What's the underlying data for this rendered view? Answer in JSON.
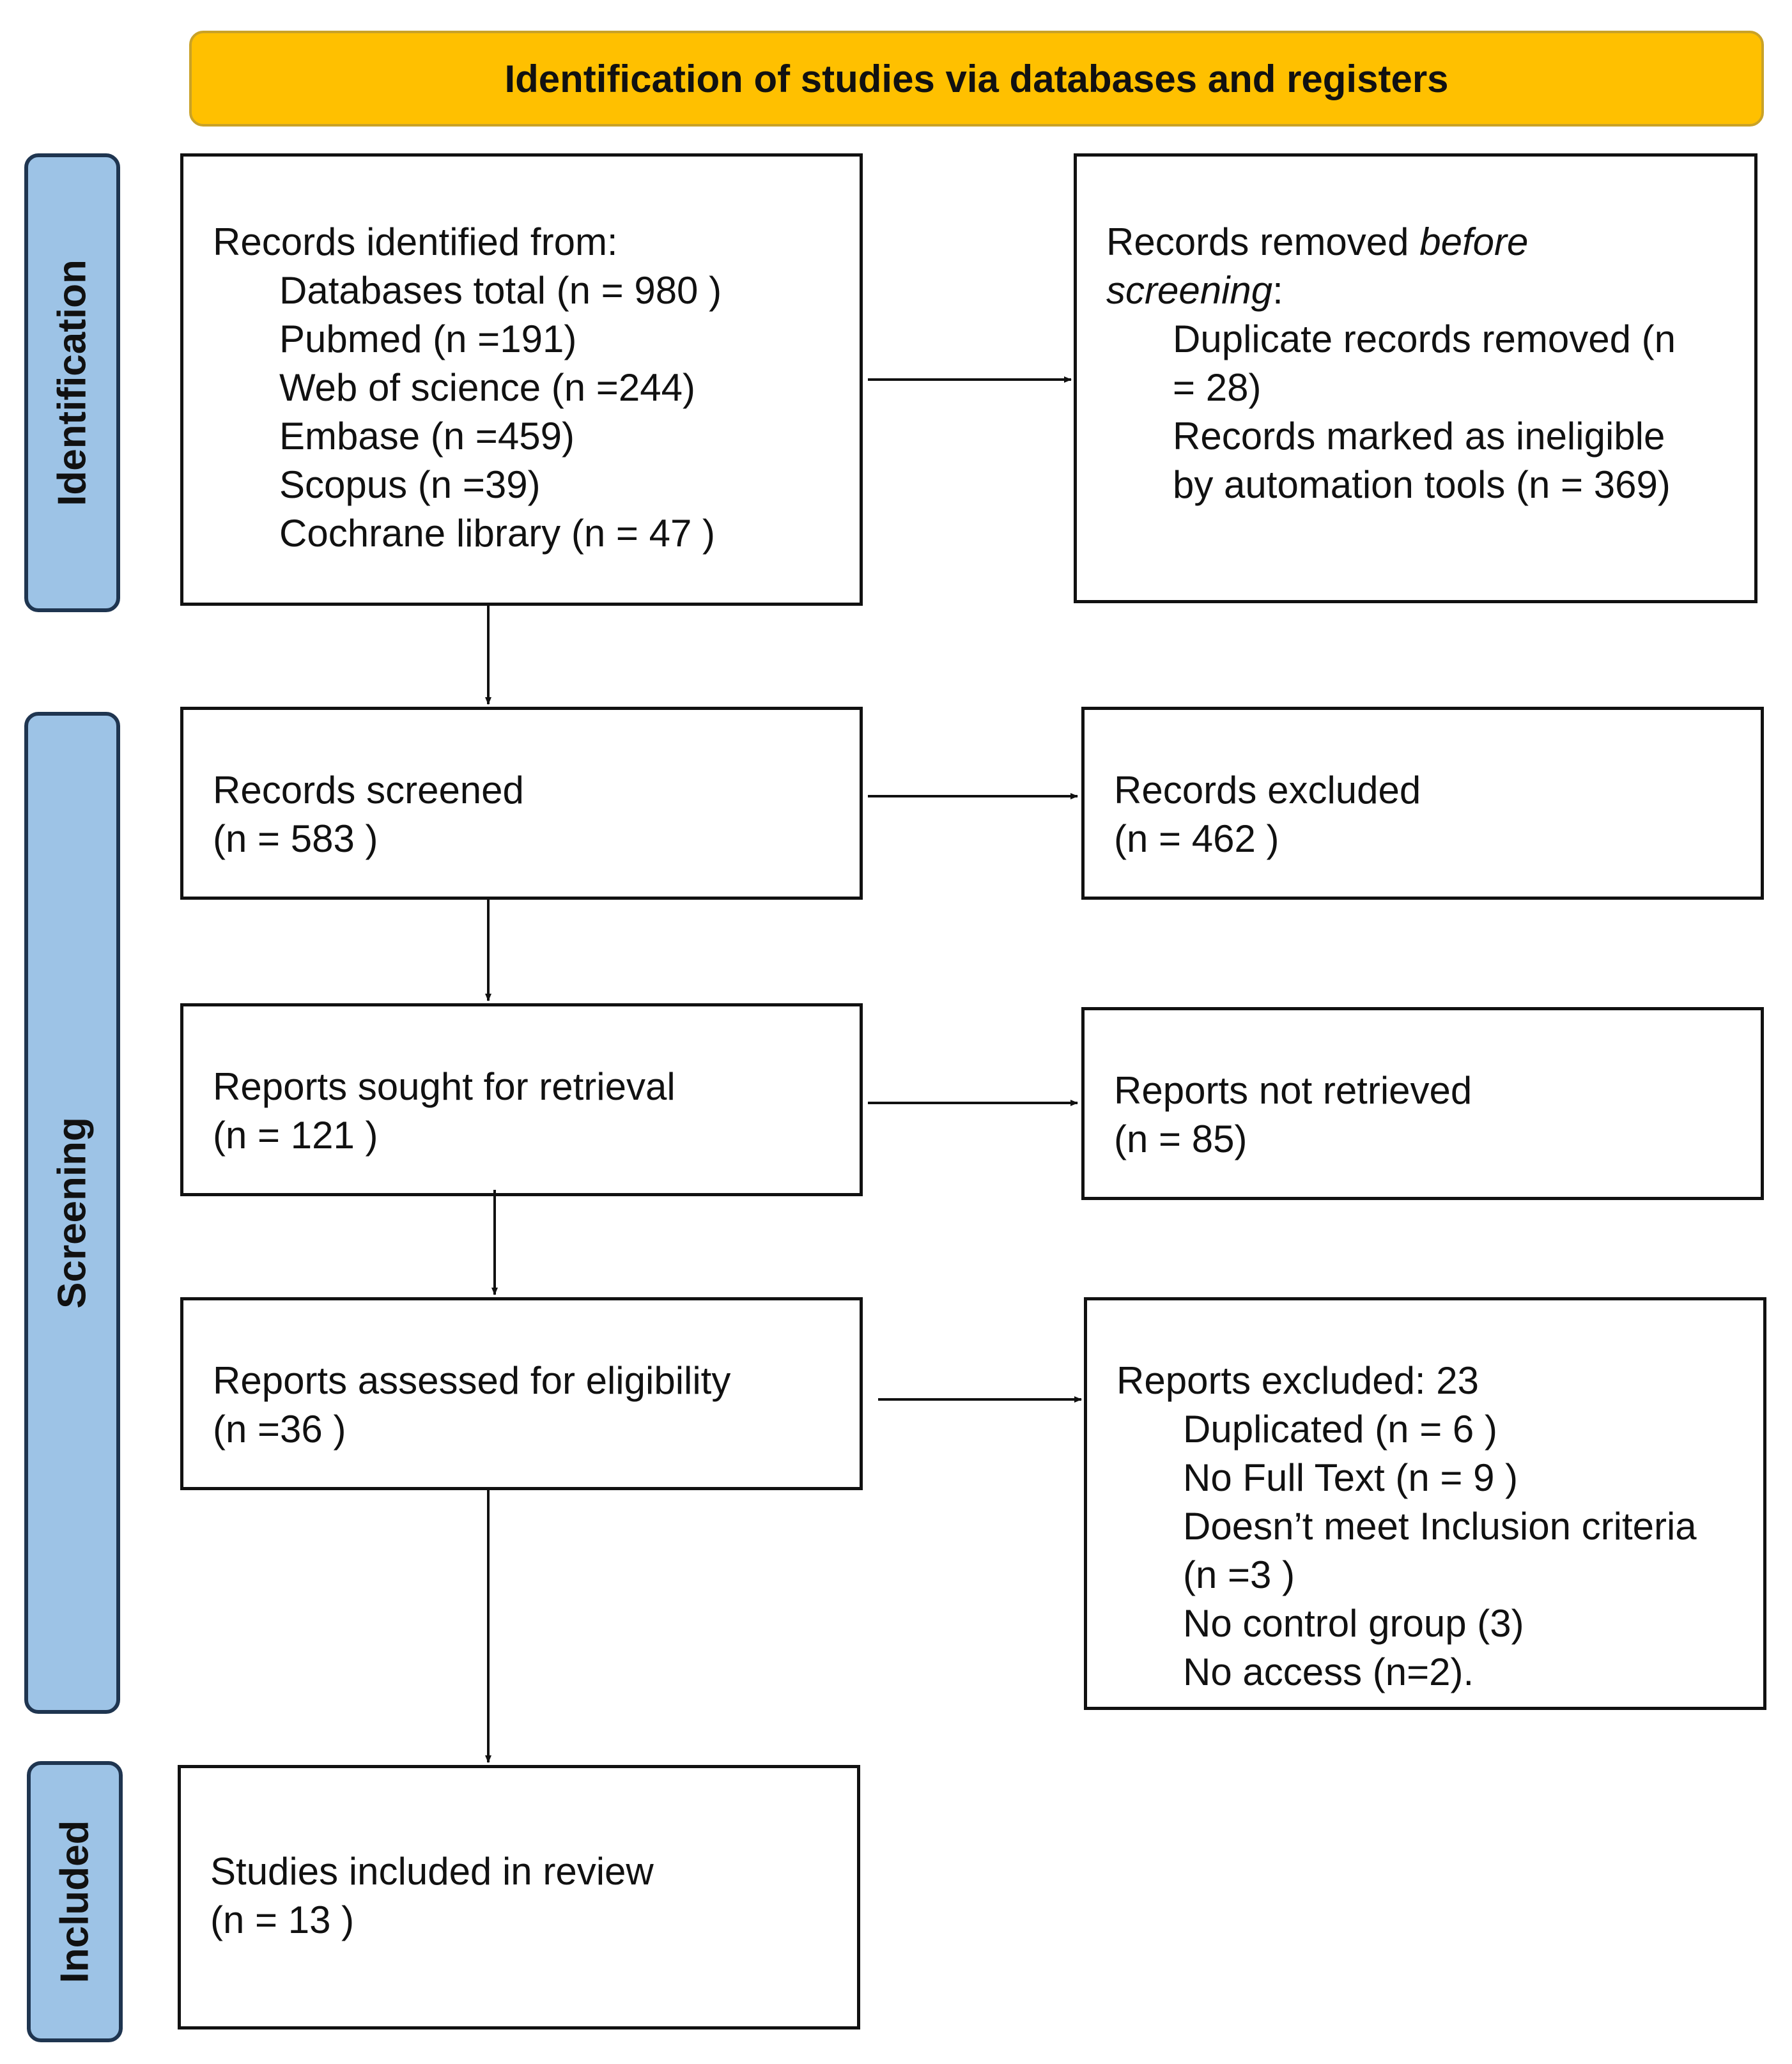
{
  "header": {
    "title": "Identification of studies via databases and registers"
  },
  "phases": {
    "identification": "Identification",
    "screening": "Screening",
    "included": "Included"
  },
  "boxes": {
    "records_identified": {
      "heading": "Records identified from:",
      "lines": [
        "Databases total (n = 980 )",
        "Pubmed (n =191)",
        "Web of science (n =244)",
        "Embase (n =459)",
        "Scopus (n =39)",
        "Cochrane library (n = 47 )"
      ]
    },
    "records_removed": {
      "heading_prefix": "Records removed ",
      "heading_italic_1": "before",
      "heading_italic_2": "screening",
      "heading_suffix": ":",
      "lines": [
        "Duplicate records removed  (n",
        "= 28)",
        "Records marked as ineligible",
        "by automation tools (n = 369)"
      ]
    },
    "records_screened": {
      "lines": [
        "Records screened",
        "(n = 583 )"
      ]
    },
    "records_excluded": {
      "lines": [
        "Records excluded",
        "(n = 462 )"
      ]
    },
    "reports_sought": {
      "lines": [
        "Reports sought for retrieval",
        "(n = 121 )"
      ]
    },
    "reports_not_retrieved": {
      "lines": [
        "Reports not retrieved",
        "(n = 85)"
      ]
    },
    "reports_assessed": {
      "lines": [
        "Reports assessed for eligibility",
        "(n =36 )"
      ]
    },
    "reports_excluded": {
      "heading": "Reports excluded: 23",
      "lines": [
        "Duplicated  (n = 6 )",
        "No Full Text (n = 9 )",
        "Doesn’t meet Inclusion criteria",
        "(n =3 )",
        "No control group (3)",
        "No access (n=2)."
      ]
    },
    "studies_included": {
      "lines": [
        "Studies included in review",
        "(n = 13 )"
      ]
    }
  },
  "colors": {
    "banner_fill": "#FFC000",
    "phase_fill": "#9DC3E6",
    "phase_border": "#1F3550",
    "line": "#111111"
  }
}
